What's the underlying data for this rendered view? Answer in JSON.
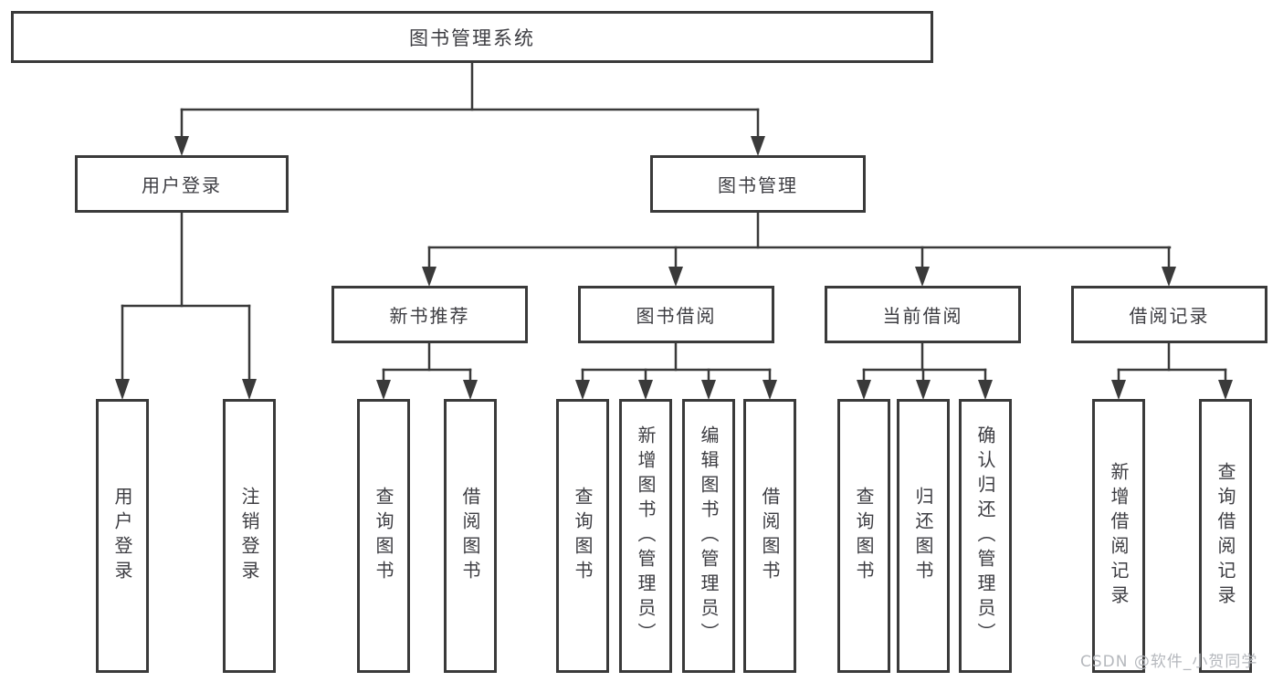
{
  "tree": {
    "label": "图书管理系统",
    "children": [
      {
        "label": "用户登录",
        "children": [
          {
            "label": "用户登录"
          },
          {
            "label": "注销登录"
          }
        ]
      },
      {
        "label": "图书管理",
        "children": [
          {
            "label": "新书推荐",
            "children": [
              {
                "label": "查询图书"
              },
              {
                "label": "借阅图书"
              }
            ]
          },
          {
            "label": "图书借阅",
            "children": [
              {
                "label": "查询图书"
              },
              {
                "label": "新增图书（管理员）"
              },
              {
                "label": "编辑图书（管理员）"
              },
              {
                "label": "借阅图书"
              }
            ]
          },
          {
            "label": "当前借阅",
            "children": [
              {
                "label": "查询图书"
              },
              {
                "label": "归还图书"
              },
              {
                "label": "确认归还（管理员）"
              }
            ]
          },
          {
            "label": "借阅记录",
            "children": [
              {
                "label": "新增借阅记录"
              },
              {
                "label": "查询借阅记录"
              }
            ]
          }
        ]
      }
    ]
  },
  "watermark": {
    "text": "CSDN @软件_小贺同学"
  },
  "colors": {
    "line": "#3a3a3a",
    "text": "#3d3d42",
    "watermark_text": "#b5b8bd"
  }
}
